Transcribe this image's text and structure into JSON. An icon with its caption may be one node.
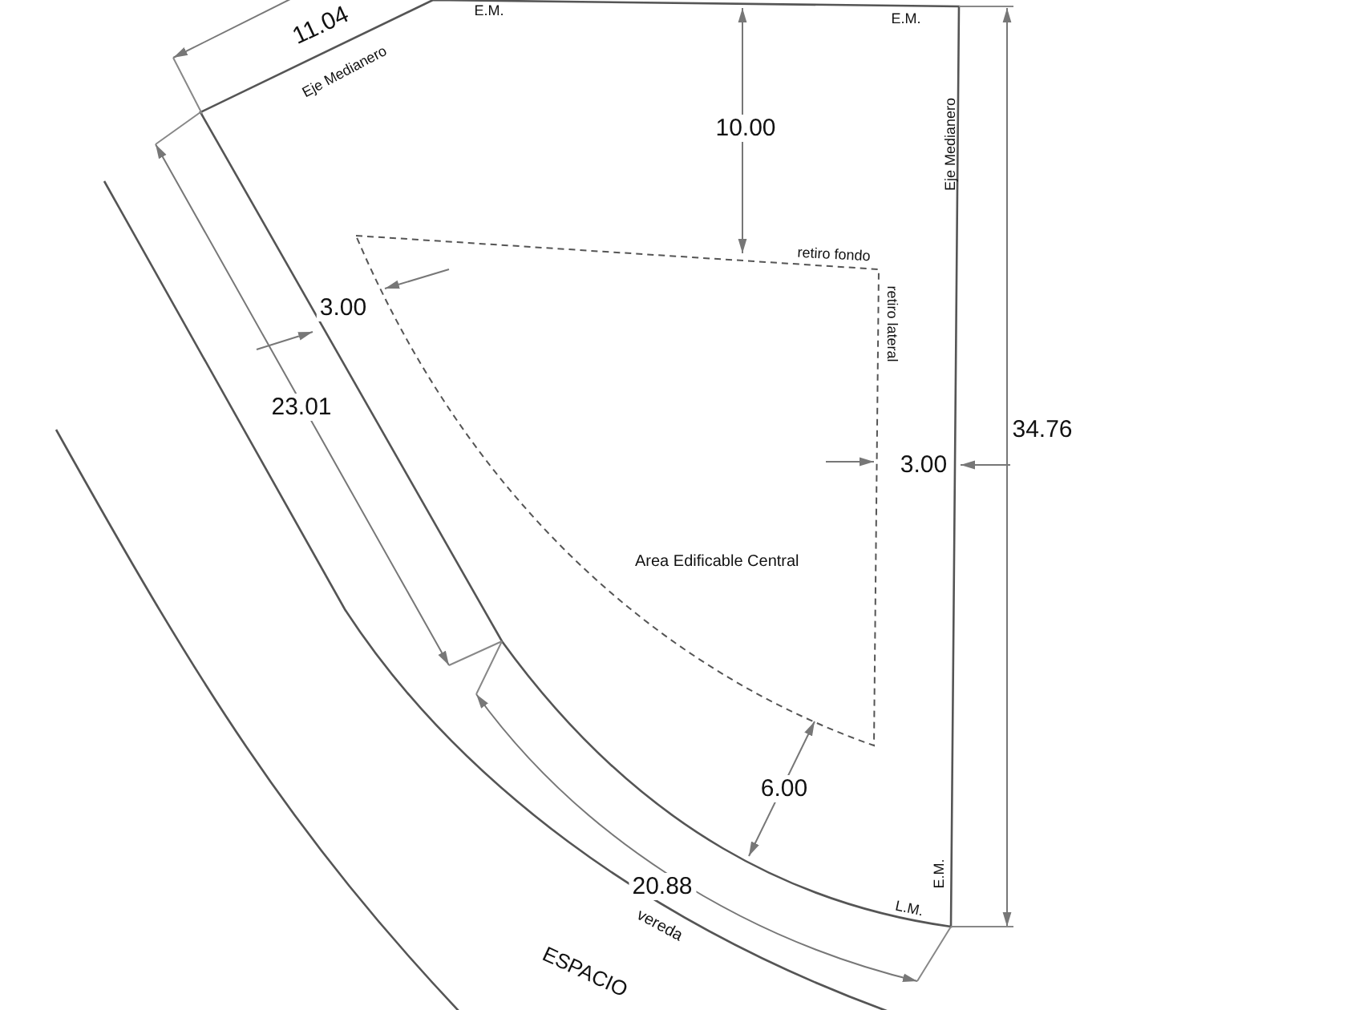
{
  "diagram": {
    "nodes": [
      {
        "text": [
          "Area Edificable Central"
        ],
        "beside": [
          "retiro fondo",
          "retiro lateral"
        ]
      }
    ],
    "labels": [
      "11.04",
      "E.M.",
      "Eje Medianero",
      "E.M.",
      "10.00",
      "Eje Medianero",
      "3.00",
      "23.01",
      "3.00",
      "34.76",
      "6.00",
      "E.M.",
      "20.88",
      "L.M.",
      "vereda",
      "ESPACIO"
    ]
  }
}
